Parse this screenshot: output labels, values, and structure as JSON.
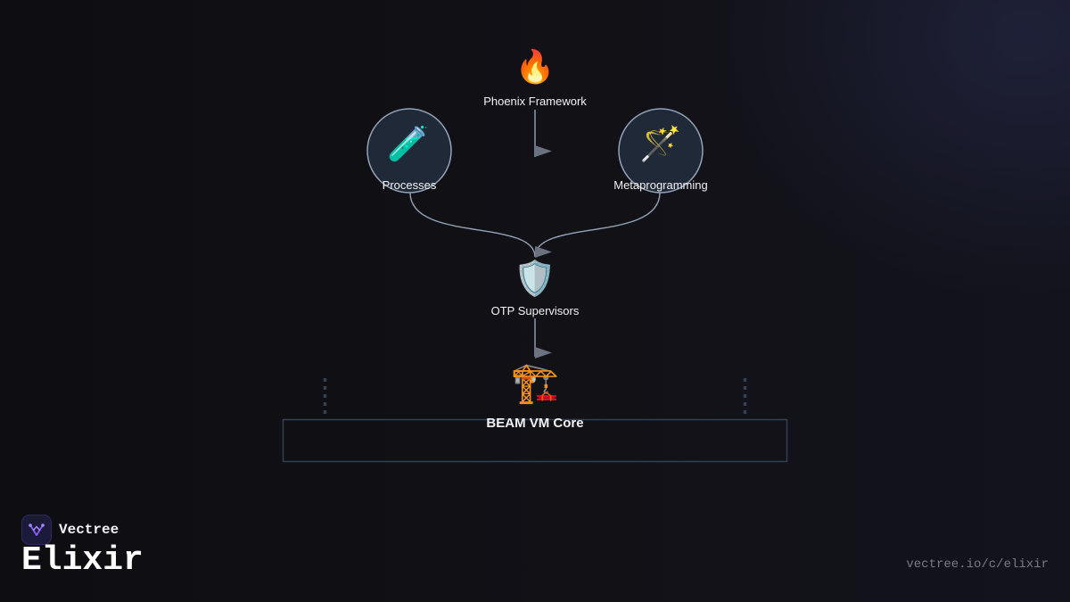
{
  "diagram": {
    "nodes": {
      "phoenix": {
        "label": "Phoenix Framework",
        "icon": "fire-icon",
        "glyph": "🔥"
      },
      "processes": {
        "label": "Processes",
        "icon": "test-tube-icon",
        "glyph": "🧪"
      },
      "metaprogramming": {
        "label": "Metaprogramming",
        "icon": "magic-wand-icon",
        "glyph": "🪄"
      },
      "otp": {
        "label": "OTP Supervisors",
        "icon": "shield-icon",
        "glyph": "🛡️"
      },
      "beam": {
        "label": "BEAM VM Core",
        "icon": "crane-icon",
        "glyph": "🏗️"
      }
    },
    "edges": [
      {
        "from": "Phoenix Framework",
        "to": "OTP Supervisors"
      },
      {
        "from": "Processes",
        "to": "OTP Supervisors"
      },
      {
        "from": "Metaprogramming",
        "to": "OTP Supervisors"
      },
      {
        "from": "OTP Supervisors",
        "to": "BEAM VM Core"
      }
    ]
  },
  "footer": {
    "brand": "Vectree",
    "title": "Elixir",
    "url": "vectree.io/c/elixir"
  },
  "colors": {
    "background": "#0f0f14",
    "circle_fill": "#1f2937",
    "circle_stroke": "#94a3b8",
    "edge": "#94a3b8",
    "arrow": "#6b7280",
    "platform_stroke": "#334155",
    "brand_accent": "#8b5cf6"
  }
}
